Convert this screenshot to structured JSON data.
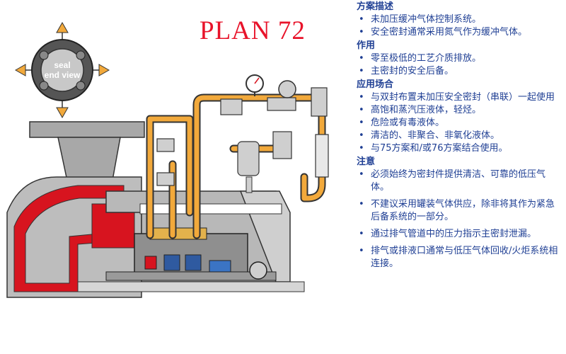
{
  "title": "PLAN 72",
  "seal_view": {
    "line1": "seal",
    "line2": "end view"
  },
  "colors": {
    "title_red": "#e8132a",
    "text_blue": "#1f3f94",
    "pipe_orange": "#f2a93b",
    "pump_gray": "#a8a8a8",
    "fluid_red": "#d7141f"
  },
  "sections": [
    {
      "heading": "方案描述",
      "items": [
        "未加压缓冲气体控制系统。",
        "安全密封通常采用氮气作为缓冲气体。"
      ]
    },
    {
      "heading": "作用",
      "items": [
        "零至极低的工艺介质排放。",
        "主密封的安全后备。"
      ]
    },
    {
      "heading": "应用场合",
      "items": [
        "与双封布置未加压安全密封（串联）一起使用",
        "高饱和蒸汽压液体，轻烃。",
        "危险或有毒液体。",
        "清洁的、非聚合、非氧化液体。",
        "与75方案和/或76方案结合使用。"
      ]
    },
    {
      "heading": "注意",
      "items": [
        "必须始终为密封件提供清洁、可靠的低压气体。",
        "不建议采用罐装气体供应，除非将其作为紧急后备系统的一部分。",
        "通过排气管道中的压力指示主密封泄漏。",
        "排气或排液口通常与低压气体回收/火炬系统相连接。"
      ]
    }
  ]
}
